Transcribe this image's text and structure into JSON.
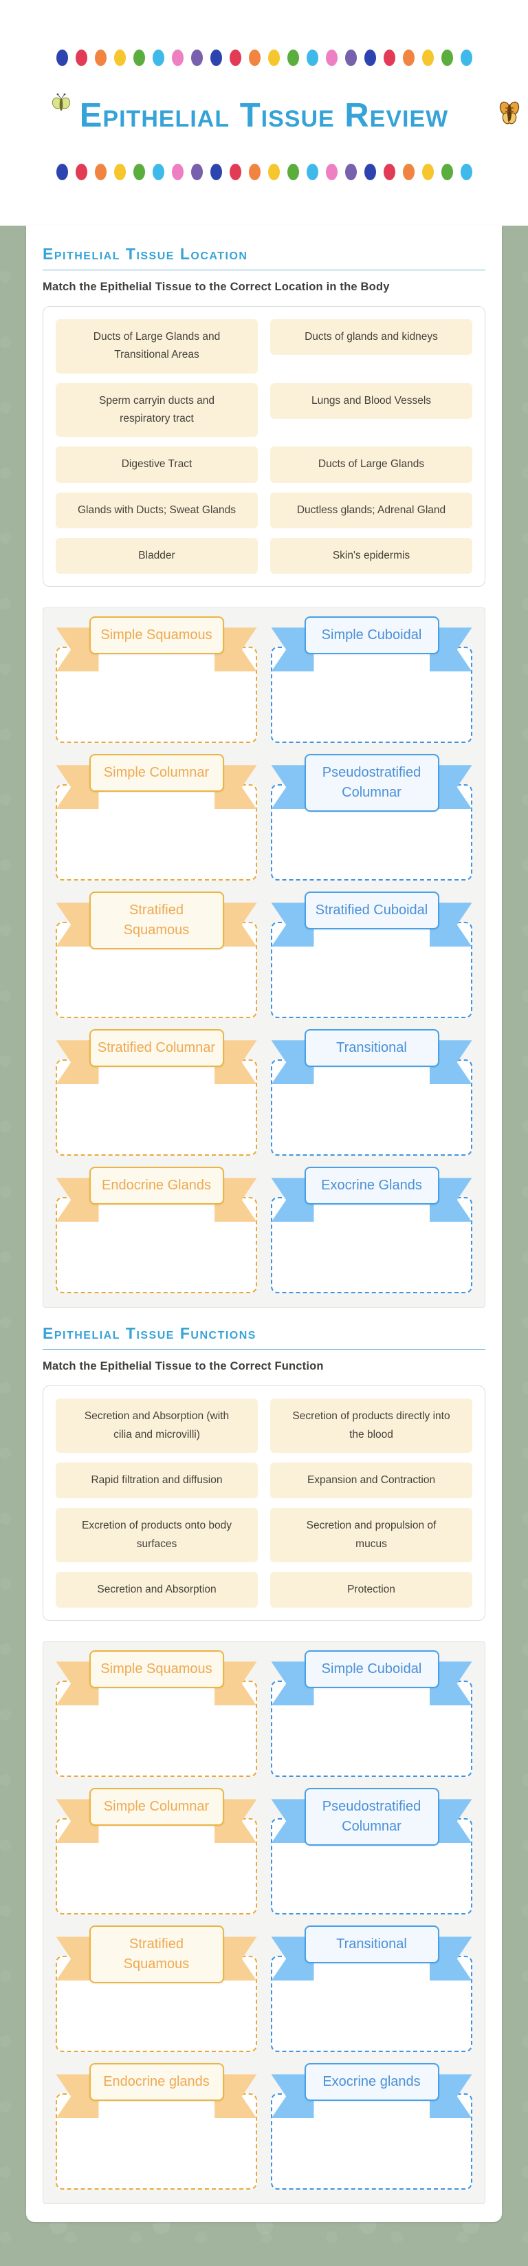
{
  "page": {
    "title": "Epithelial Tissue Review"
  },
  "theme": {
    "page_green": "#a2b49d",
    "accent_blue": "#35a3d8",
    "tile_bg": "#faf1d8",
    "orange_ribbon": {
      "tail": "#f9d094",
      "border": "#eab542",
      "fill": "#fdf9ec",
      "text": "#efa951",
      "dash": "#e8a93c"
    },
    "blue_ribbon": {
      "tail": "#85c5f5",
      "border": "#48a0e8",
      "fill": "#f2f8fd",
      "text": "#4a90d8",
      "dash": "#3e94e2"
    }
  },
  "header": {
    "dots_per_row": 22,
    "dot_colors": [
      "#2d44b0",
      "#e23b55",
      "#f08440",
      "#f6c62e",
      "#5bae3e",
      "#3fb9e9",
      "#ee7fc2",
      "#7760ac"
    ],
    "butterfly_left": "butterfly-yellow-green",
    "butterfly_right": "butterfly-orange-striped"
  },
  "sections": [
    {
      "title": "Epithelial Tissue Location",
      "instruction": "Match the Epithelial Tissue to the Correct Location in the Body",
      "tiles": [
        "Ducts of Large Glands and Transitional Areas",
        "Ducts of glands and kidneys",
        "Sperm carryin ducts and respiratory tract",
        "Lungs and Blood Vessels",
        "Digestive Tract",
        "Ducts of Large Glands",
        "Glands with Ducts; Sweat Glands",
        "Ductless glands; Adrenal Gland",
        "Bladder",
        "Skin's epidermis"
      ],
      "drop_zones": [
        {
          "label": "Simple Squamous",
          "color": "orange"
        },
        {
          "label": "Simple Cuboidal",
          "color": "blue"
        },
        {
          "label": "Simple Columnar",
          "color": "orange"
        },
        {
          "label": "Pseudostratified Columnar",
          "color": "blue"
        },
        {
          "label": "Stratified Squamous",
          "color": "orange"
        },
        {
          "label": "Stratified Cuboidal",
          "color": "blue"
        },
        {
          "label": "Stratified Columnar",
          "color": "orange"
        },
        {
          "label": "Transitional",
          "color": "blue"
        },
        {
          "label": "Endocrine Glands",
          "color": "orange"
        },
        {
          "label": "Exocrine Glands",
          "color": "blue"
        }
      ]
    },
    {
      "title": "Epithelial Tissue Functions",
      "instruction": "Match the Epithelial Tissue to the Correct Function",
      "tiles": [
        "Secretion and Absorption (with cilia and microvilli)",
        "Secretion of products directly into the blood",
        "Rapid filtration and diffusion",
        "Expansion and Contraction",
        "Excretion of products onto body surfaces",
        "Secretion and propulsion of mucus",
        "Secretion and Absorption",
        "Protection"
      ],
      "drop_zones": [
        {
          "label": "Simple Squamous",
          "color": "orange"
        },
        {
          "label": "Simple Cuboidal",
          "color": "blue"
        },
        {
          "label": "Simple Columnar",
          "color": "orange"
        },
        {
          "label": "Pseudostratified Columnar",
          "color": "blue"
        },
        {
          "label": "Stratified Squamous",
          "color": "orange"
        },
        {
          "label": "Transitional",
          "color": "blue"
        },
        {
          "label": "Endocrine glands",
          "color": "orange"
        },
        {
          "label": "Exocrine glands",
          "color": "blue"
        }
      ]
    }
  ]
}
